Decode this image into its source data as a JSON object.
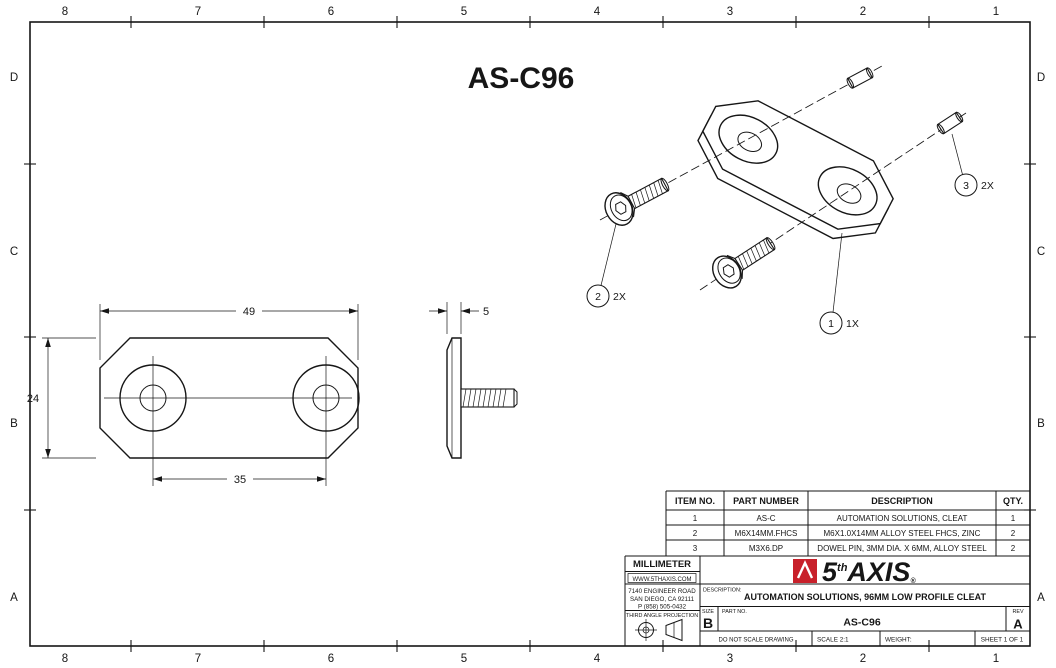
{
  "sheet": {
    "title": "AS-C96",
    "zones": {
      "columns": [
        "8",
        "7",
        "6",
        "5",
        "4",
        "3",
        "2",
        "1"
      ],
      "rows": [
        "D",
        "C",
        "B",
        "A"
      ]
    }
  },
  "views": {
    "front": {
      "dim_width": "49",
      "dim_height": "24",
      "dim_hole_spacing": "35"
    },
    "side": {
      "dim_thickness": "5"
    },
    "exploded": {
      "balloons": [
        {
          "num": "1",
          "qty": "1X"
        },
        {
          "num": "2",
          "qty": "2X"
        },
        {
          "num": "3",
          "qty": "2X"
        }
      ]
    }
  },
  "bom": {
    "headers": {
      "item": "ITEM NO.",
      "part": "PART NUMBER",
      "desc": "DESCRIPTION",
      "qty": "QTY."
    },
    "rows": [
      {
        "item": "1",
        "part": "AS-C",
        "desc": "AUTOMATION SOLUTIONS, CLEAT",
        "qty": "1"
      },
      {
        "item": "2",
        "part": "M6X14MM.FHCS",
        "desc": "M6X1.0X14MM ALLOY STEEL FHCS, ZINC",
        "qty": "2"
      },
      {
        "item": "3",
        "part": "M3X6.DP",
        "desc": "DOWEL PIN, 3MM DIA. X 6MM, ALLOY STEEL",
        "qty": "2"
      }
    ]
  },
  "title_block": {
    "units": "MILLIMETER",
    "website": "WWW.5THAXIS.COM",
    "address_line1": "7140 ENGINEER ROAD",
    "address_line2": "SAN DIEGO, CA 92111",
    "phone": "P (858) 505-0432",
    "projection": "THIRD ANGLE PROJECTION",
    "logo": {
      "digit": "5",
      "sup": "th",
      "word": "AXIS",
      "registered": "®",
      "accent_color": "#c8202a"
    },
    "description_label": "DESCRIPTION:",
    "description": "AUTOMATION SOLUTIONS, 96MM LOW PROFILE CLEAT",
    "size_label": "SIZE",
    "size": "B",
    "part_label": "PART NO.",
    "part_no": "AS-C96",
    "rev_label": "REV",
    "rev": "A",
    "do_not_scale": "DO NOT SCALE DRAWING",
    "scale": "SCALE 2:1",
    "weight_label": "WEIGHT:",
    "sheet_label": "SHEET 1 OF 1"
  }
}
